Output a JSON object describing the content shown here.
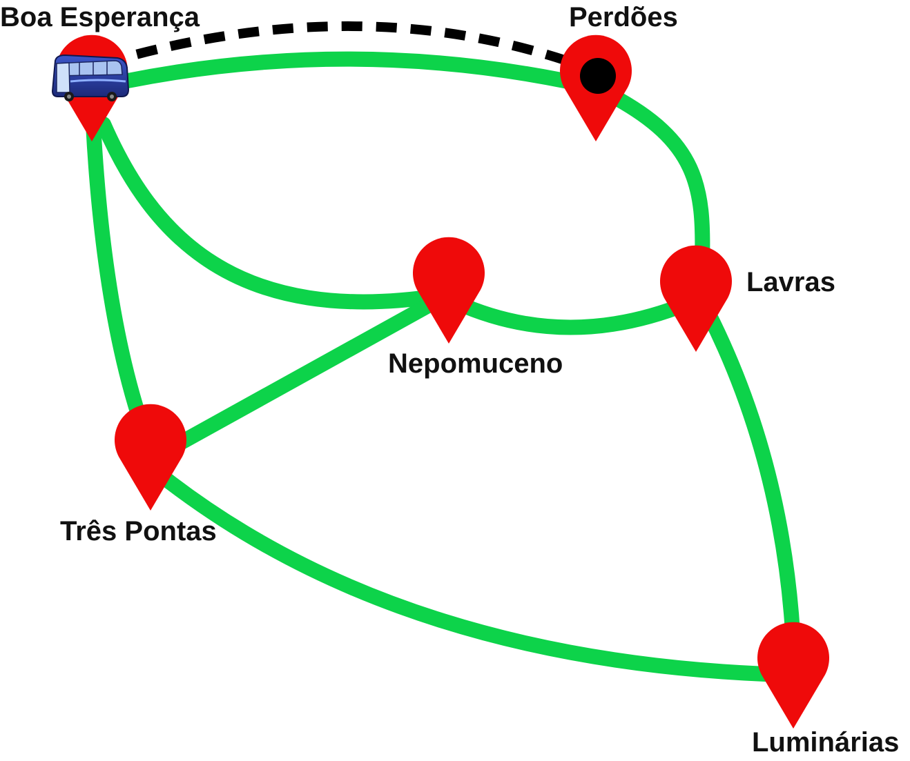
{
  "colors": {
    "route": "#0dd34a",
    "pin": "#ef0a0a",
    "path_taken": "#000000",
    "label": "#111111"
  },
  "cities": {
    "boa_esperanca": {
      "label": "Boa Esperança"
    },
    "perdoes": {
      "label": "Perdões"
    },
    "nepomuceno": {
      "label": "Nepomuceno"
    },
    "lavras": {
      "label": "Lavras"
    },
    "tres_pontas": {
      "label": "Três Pontas"
    },
    "luminarias": {
      "label": "Luminárias"
    }
  },
  "routes": [
    {
      "from": "Boa Esperança",
      "to": "Perdões"
    },
    {
      "from": "Boa Esperança",
      "to": "Nepomuceno"
    },
    {
      "from": "Boa Esperança",
      "to": "Três Pontas"
    },
    {
      "from": "Perdões",
      "to": "Lavras"
    },
    {
      "from": "Nepomuceno",
      "to": "Lavras"
    },
    {
      "from": "Nepomuceno",
      "to": "Três Pontas"
    },
    {
      "from": "Lavras",
      "to": "Luminárias"
    },
    {
      "from": "Três Pontas",
      "to": "Luminárias"
    }
  ],
  "travelled_path": {
    "from": "Boa Esperança",
    "to": "Perdões",
    "style": "dashed"
  },
  "vehicle": {
    "icon": "bus-icon",
    "at": "Boa Esperança"
  },
  "marker": {
    "icon": "current-position-dot-icon",
    "at": "Perdões"
  }
}
